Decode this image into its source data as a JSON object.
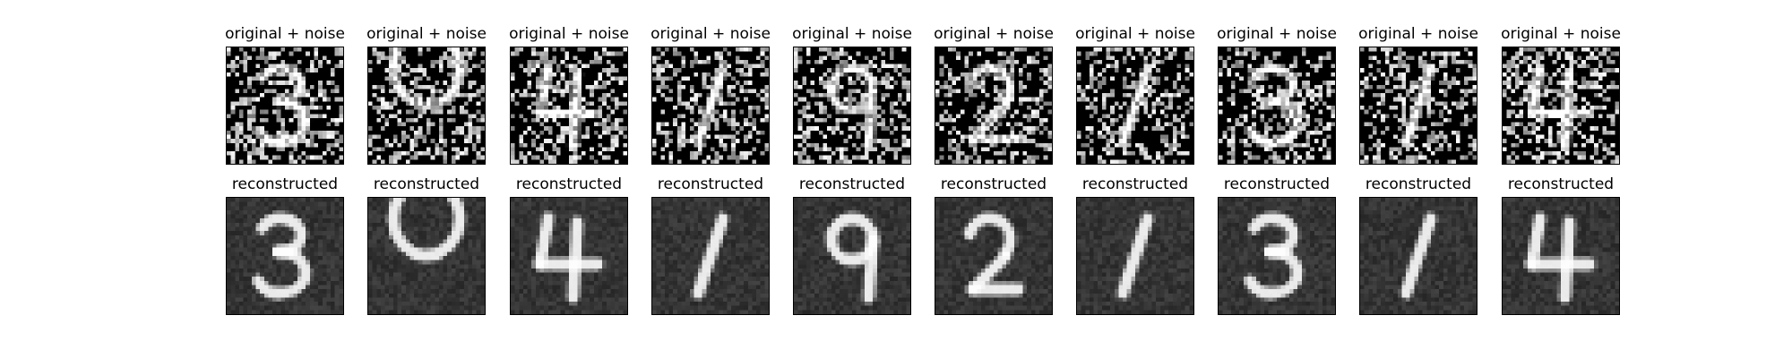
{
  "rows": [
    {
      "kind": "noisy",
      "title": "original + noise",
      "images": [
        "digit-3",
        "digit-0",
        "digit-4",
        "digit-1",
        "digit-9",
        "digit-2",
        "digit-1",
        "digit-3",
        "digit-1",
        "digit-4"
      ]
    },
    {
      "kind": "recon",
      "title": "reconstructed",
      "images": [
        "digit-3",
        "digit-0",
        "digit-4",
        "digit-1",
        "digit-9",
        "digit-2",
        "digit-1",
        "digit-3",
        "digit-1",
        "digit-4"
      ]
    }
  ],
  "colors": {
    "background": "#ffffff",
    "frame": "#000000"
  }
}
